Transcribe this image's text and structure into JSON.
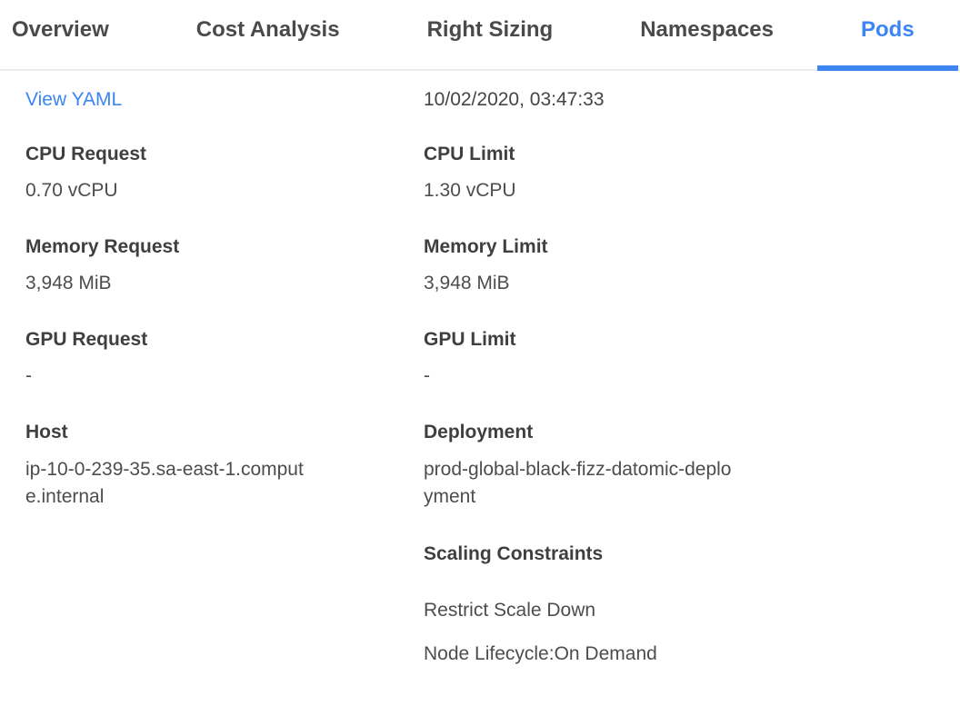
{
  "tabs": {
    "items": [
      {
        "label": "Overview",
        "active": false
      },
      {
        "label": "Cost Analysis",
        "active": false
      },
      {
        "label": "Right Sizing",
        "active": false
      },
      {
        "label": "Namespaces",
        "active": false
      },
      {
        "label": "Pods",
        "active": true
      }
    ]
  },
  "toolbar": {
    "view_yaml_label": "View YAML",
    "timestamp": "10/02/2020, 03:47:33"
  },
  "fields": {
    "left": [
      {
        "label": "CPU Request",
        "value": "0.70 vCPU"
      },
      {
        "label": "Memory Request",
        "value": "3,948 MiB"
      },
      {
        "label": "GPU Request",
        "value": "-"
      },
      {
        "label": "Host",
        "value": "ip-10-0-239-35.sa-east-1.compute.internal"
      }
    ],
    "right": [
      {
        "label": "CPU Limit",
        "value": "1.30 vCPU"
      },
      {
        "label": "Memory Limit",
        "value": "3,948 MiB"
      },
      {
        "label": "GPU Limit",
        "value": "-"
      },
      {
        "label": "Deployment",
        "value": "prod-global-black-fizz-datomic-deployment"
      }
    ]
  },
  "scaling_constraints": {
    "title": "Scaling Constraints",
    "items": [
      "Restrict Scale Down",
      "Node Lifecycle:On Demand"
    ]
  },
  "colors": {
    "accent_blue": "#3d86f1",
    "link_blue": "#3d86f1",
    "tab_text": "#4a4a4a",
    "label_text": "#3f3f3f",
    "value_text": "#4d4d4d",
    "tab_border": "#ececec"
  }
}
